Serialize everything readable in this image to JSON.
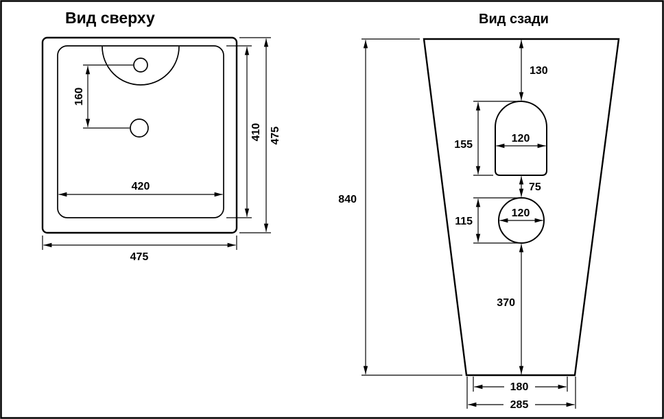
{
  "drawing": {
    "colors": {
      "line": "#000000",
      "background": "#ffffff"
    },
    "top_view": {
      "title": "Вид сверху",
      "dimensions": {
        "faucet_to_drain": "160",
        "basin_width": "420",
        "basin_depth": "410",
        "overall_depth": "475",
        "overall_width": "475"
      }
    },
    "back_view": {
      "title": "Вид сзади",
      "dimensions": {
        "overall_height": "840",
        "top_to_slot": "130",
        "slot_height": "155",
        "slot_width": "120",
        "slot_to_hole_gap": "75",
        "hole_height": "115",
        "hole_width": "120",
        "hole_to_floor": "370",
        "base_inner_width": "180",
        "base_outer_width": "285"
      }
    }
  }
}
